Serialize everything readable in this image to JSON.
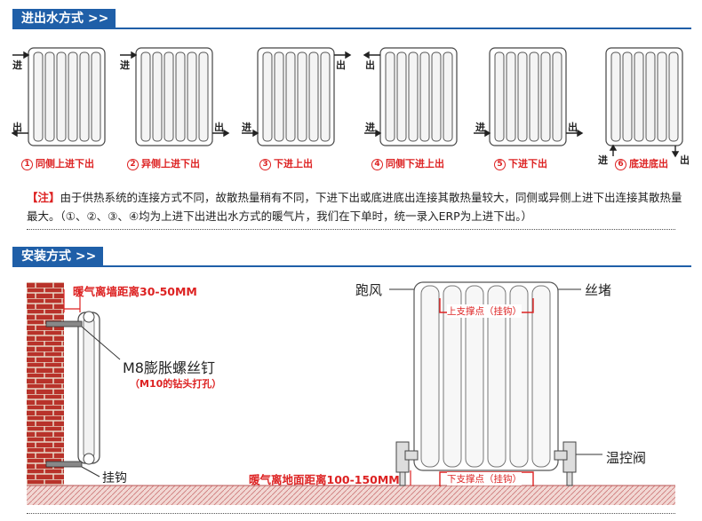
{
  "section1": {
    "title": "进出水方式 >>"
  },
  "section2": {
    "title": "安装方式 >>"
  },
  "diagrams": [
    {
      "num": "1",
      "caption": "同侧上进下出",
      "labels": [
        "进",
        "出"
      ]
    },
    {
      "num": "2",
      "caption": "异侧上进下出",
      "labels": [
        "进",
        "出"
      ]
    },
    {
      "num": "3",
      "caption": "下进上出",
      "labels": [
        "进",
        "出"
      ]
    },
    {
      "num": "4",
      "caption": "同侧下进上出",
      "labels": [
        "出",
        "进"
      ]
    },
    {
      "num": "5",
      "caption": "下进下出",
      "labels": [
        "进",
        "出"
      ]
    },
    {
      "num": "6",
      "caption": "底进底出",
      "labels": [
        "进",
        "出"
      ]
    }
  ],
  "note": {
    "tag": "【注】",
    "text": "由于供热系统的连接方式不同，故散热量稍有不同，下进下出或底进底出连接其散热量较大，同侧或异侧上进下出连接其散热量最大。（①、②、③、④均为上进下出进出水方式的暖气片，我们在下单时，统一录入ERP为上进下出。）"
  },
  "install": {
    "wall_distance": "暖气离墙距离30-50MM",
    "bolt": "M8膨胀螺丝钉",
    "bolt_note": "（M10的钻头打孔）",
    "hook": "挂钩",
    "vent": "跑风",
    "plug": "丝堵",
    "upper_support": "上支撑点（挂钩）",
    "lower_support": "下支撑点（挂钩）",
    "floor_distance": "暖气离地面距离100-150MM",
    "valve": "温控阀"
  },
  "colors": {
    "accent": "#1f5fa8",
    "red": "#d22222",
    "brick": "#b8322a"
  }
}
